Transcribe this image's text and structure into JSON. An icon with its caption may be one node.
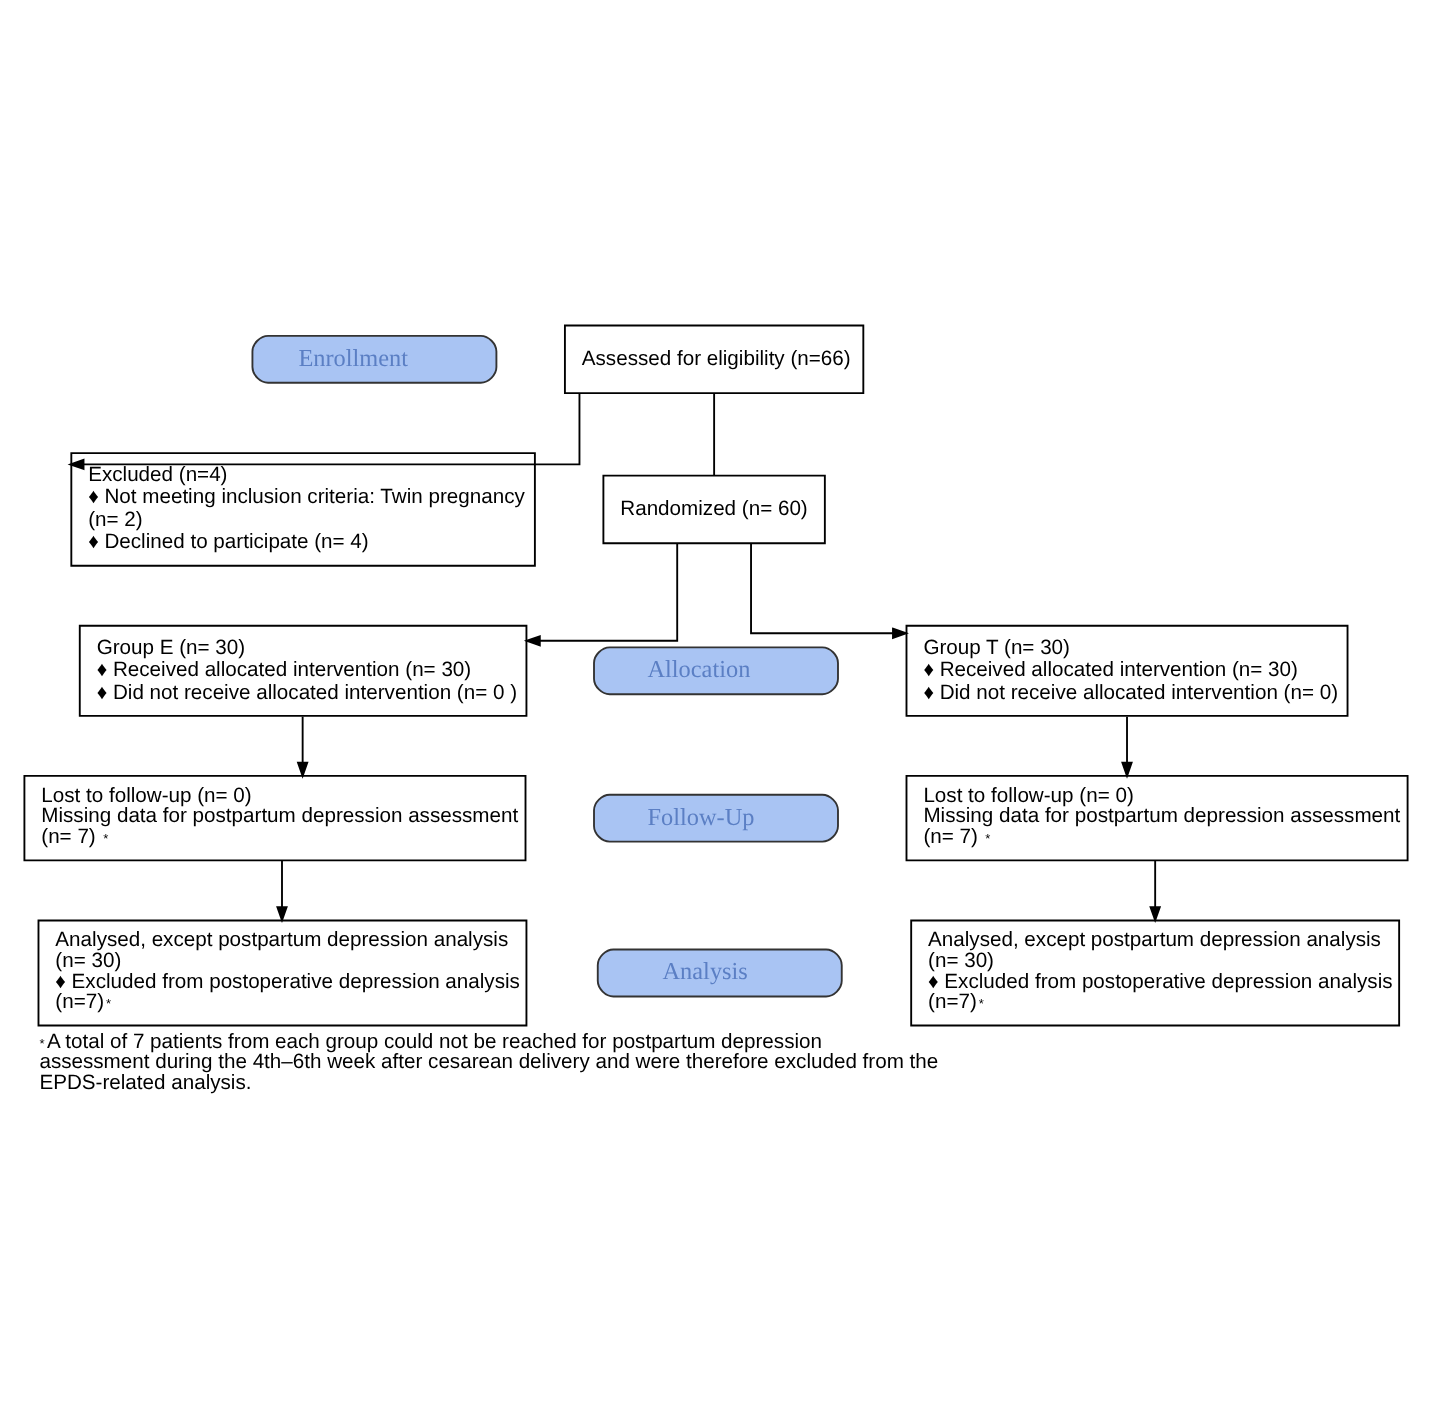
{
  "diagram": {
    "caption": "$^{*}$A total of 7 patients from each group could not be reached for postpartum depression assessment during the 4th–6th week after cesarean delivery and were therefore excluded from the EPDS-related analysis.",
    "nodes": [
      {
        "text": [
          "Enrollment"
        ]
      },
      {
        "text": [
          "Assessed for eligibility (n=66)"
        ]
      },
      {
        "text": [
          "Excluded (n=4)",
          "♦ Not meeting inclusion criteria: Twin pregnancy (n= 2)",
          "♦ Declined to participate (n= 4)"
        ]
      },
      {
        "text": [
          "Randomized (n= 60)"
        ]
      },
      {
        "text": [
          "Allocation"
        ]
      },
      {
        "text": [
          "Group E (n= 30)",
          "♦ Received allocated intervention (n= 30)",
          "♦ Did not receive allocated intervention (n= 0 )"
        ]
      },
      {
        "text": [
          "Group T (n= 30)",
          "♦ Received allocated intervention (n= 30)",
          "♦ Did not receive allocated intervention (n= 0)"
        ]
      },
      {
        "text": [
          "Follow-Up"
        ]
      },
      {
        "text": [
          "Lost to follow-up (n= 0)",
          "Missing data for postpartum depression assessment (n= 7) $^{*}$"
        ]
      },
      {
        "text": [
          "Lost to follow-up (n= 0)",
          "Missing data for postpartum depression assessment (n= 7) $^{*}$"
        ]
      },
      {
        "text": [
          "Analysis"
        ]
      },
      {
        "text": [
          "Analysed, except postpartum depression analysis (n= 30)",
          "♦ Excluded from postoperative depression analysis (n=7)$^{*}$"
        ]
      },
      {
        "text": [
          "Analysed, except postpartum depression analysis (n= 30)",
          "♦ Excluded from postoperative depression analysis (n=7)$^{*}$"
        ]
      }
    ],
    "edges": [
      {
        "from": 1,
        "to": 3,
        "arrow": "none"
      },
      {
        "from": 1,
        "to": 2,
        "arrow": "to"
      },
      {
        "from": 3,
        "to": 5,
        "arrow": "to"
      },
      {
        "from": 3,
        "to": 6,
        "arrow": "to"
      },
      {
        "from": 5,
        "to": 8,
        "arrow": "to"
      },
      {
        "from": 6,
        "to": 9,
        "arrow": "to"
      },
      {
        "from": 8,
        "to": 11,
        "arrow": "to"
      },
      {
        "from": 9,
        "to": 12,
        "arrow": "to"
      }
    ]
  }
}
